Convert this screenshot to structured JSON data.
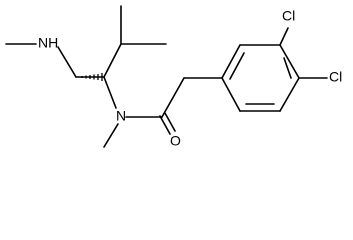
{
  "structure": {
    "atom_labels": {
      "amine_nh": "NH",
      "amide_n": "N",
      "carbonyl_o": "O",
      "chlorine_top": "Cl",
      "chlorine_right": "Cl"
    },
    "stereo_bond": "hashed-wedge",
    "colors": {
      "bonds": "#000000",
      "labels": "#000000",
      "background": "#ffffff"
    }
  }
}
